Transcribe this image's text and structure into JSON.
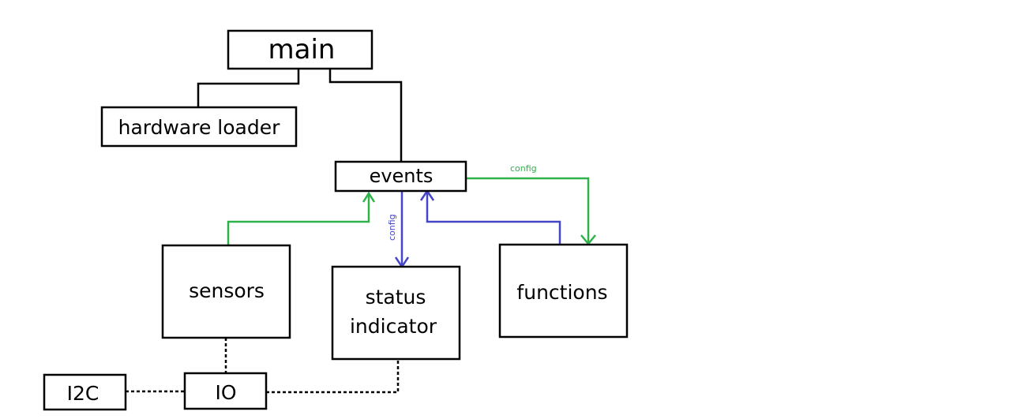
{
  "colors": {
    "green": "#2fb24a",
    "blue": "#4545c8",
    "box_stroke": "#000000"
  },
  "nodes": {
    "main": "main",
    "hardware_loader": "hardware loader",
    "events": "events",
    "sensors": "sensors",
    "status_indicator_line1": "status",
    "status_indicator_line2": "indicator",
    "functions": "functions",
    "i2c": "I2C",
    "io": "IO"
  },
  "edge_labels": {
    "events_to_functions": "config",
    "events_to_status": "config"
  }
}
